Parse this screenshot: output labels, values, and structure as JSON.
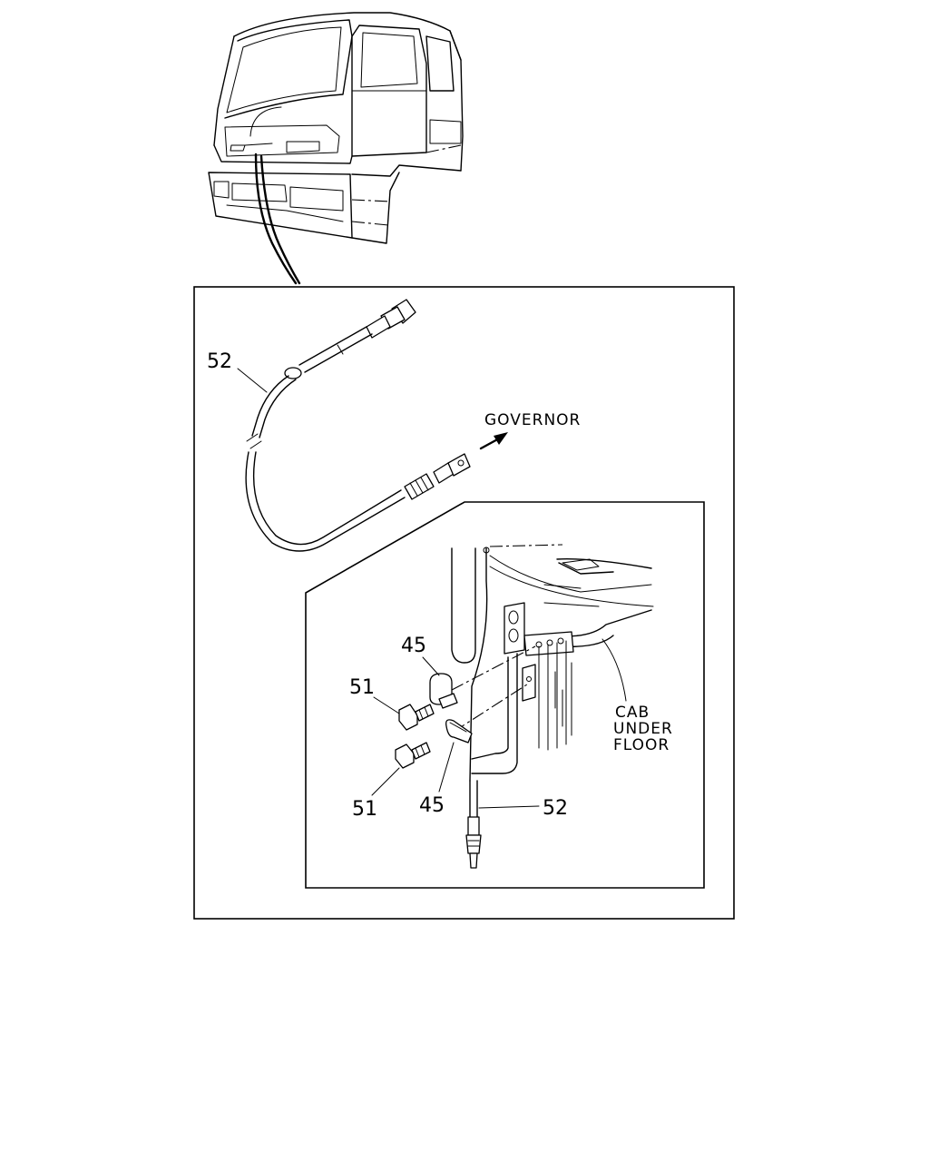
{
  "diagram": {
    "labels": {
      "cable_top": "52",
      "governor": "GOVERNOR",
      "clip_upper": "45",
      "bolt_upper": "51",
      "bolt_lower": "51",
      "clip_lower": "45",
      "cable_bottom": "52",
      "cab_under_floor": [
        "CAB",
        "UNDER",
        "FLOOR"
      ]
    }
  }
}
